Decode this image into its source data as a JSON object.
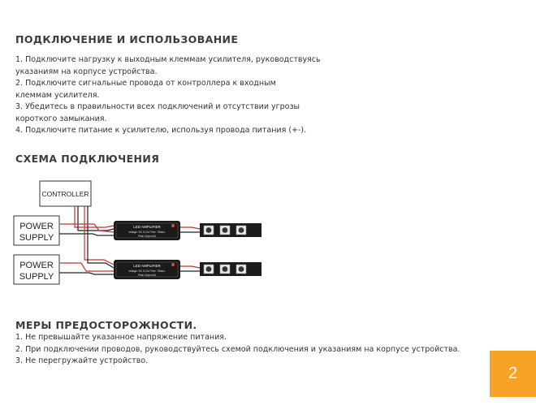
{
  "sections": {
    "connection": {
      "title": "ПОДКЛЮЧЕНИЕ И ИСПОЛЬЗОВАНИЕ",
      "steps": [
        "1. Подключите нагрузку к выходным клеммам усилителя, руководствуясь\nуказаниям на корпусе устройства.",
        "2. Подключите сигнальные провода от контроллера к входным\nклеммам усилителя.",
        "3. Убедитесь в правильности всех подключений и отсутствии угрозы\nкороткого замыкания.",
        "4. Подключите питание к усилителю, используя провода питания (+-)."
      ]
    },
    "diagram": {
      "title": "СХЕМА ПОДКЛЮЧЕНИЯ",
      "controller_label": "CONTROLLER",
      "power_supply_1": [
        "POWER",
        "SUPPLY"
      ],
      "power_supply_2": [
        "POWER",
        "SUPPLY"
      ],
      "amplifier_1": {
        "title": "LED AMPLIFIER",
        "spec_line_1": "Voltage: DC 5-24V Red: +Black-",
        "spec_line_2": "Peak Output 6A"
      },
      "amplifier_2": {
        "title": "LED AMPLIFIER",
        "spec_line_1": "Voltage: DC 5-24V Red: +Black-",
        "spec_line_2": "Peak Output 6A"
      }
    },
    "precautions": {
      "title": "МЕРЫ ПРЕДОСТОРОЖНОСТИ.",
      "items": [
        "1. Не превышайте указанное напряжение питания.",
        "2. При подключении проводов, руководствуйтесь схемой подключения и указаниям на корпусе устройства.",
        "3. Не перегружайте устройство."
      ]
    }
  },
  "page": {
    "number": "2"
  },
  "colors": {
    "accent": "#f7a326",
    "wire_red": "#c8302c",
    "wire_black": "#222222"
  }
}
